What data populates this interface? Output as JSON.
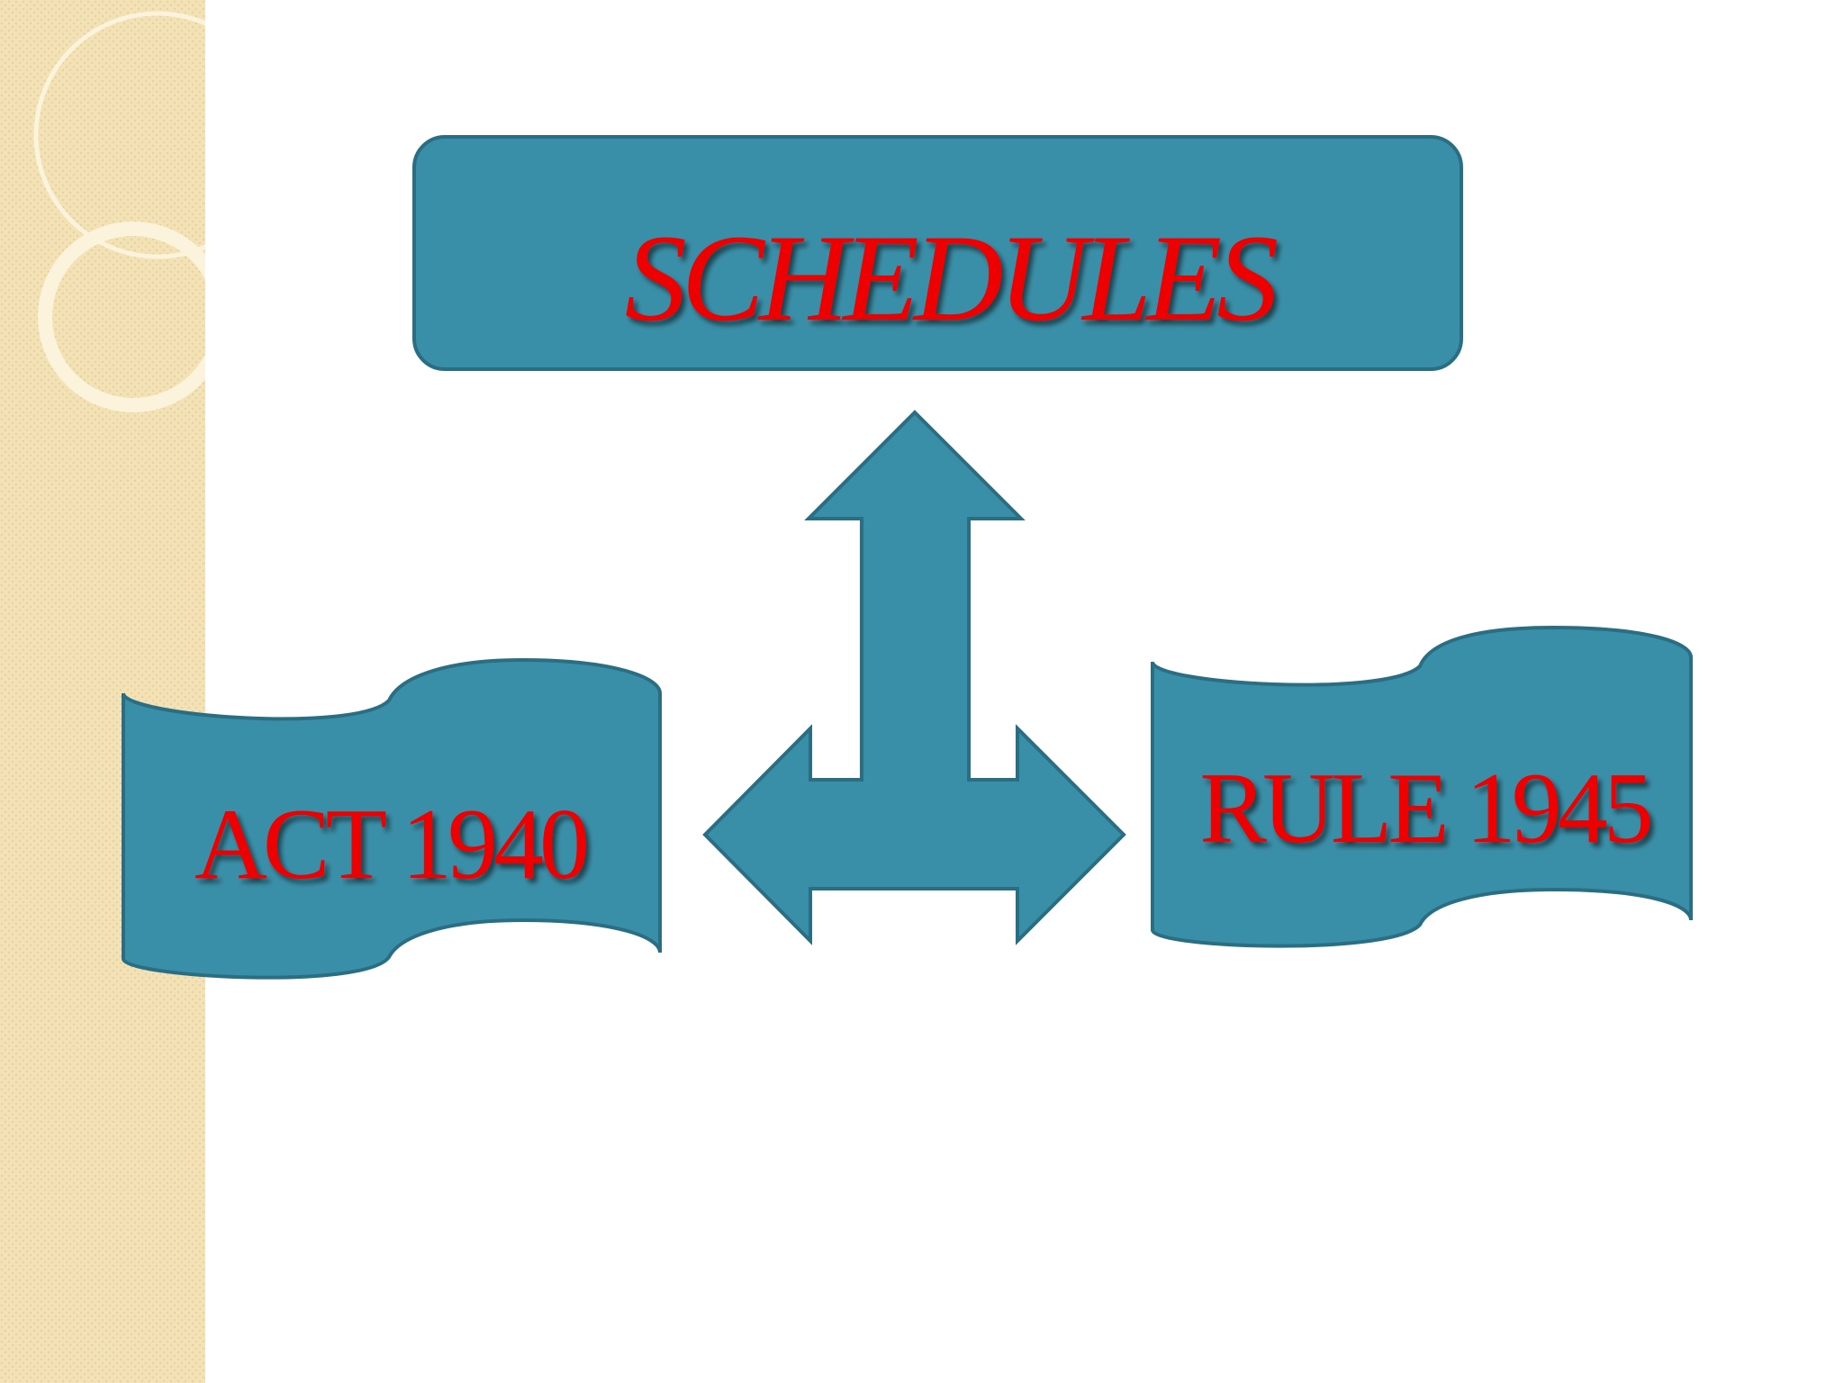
{
  "slide": {
    "background": "#ffffff",
    "side_band": {
      "color": "#f3e2b6",
      "pattern_color": "#e8d29c",
      "ring_color": "#fbf3dc"
    }
  },
  "diagram": {
    "shape_fill": "#3a8fa8",
    "shape_stroke": "#2a6e84",
    "text_color": "#ee0000",
    "nodes": {
      "schedules": {
        "label": "SCHEDULES"
      },
      "act": {
        "label": "ACT 1940"
      },
      "rule": {
        "label": "RULE 1945"
      }
    },
    "connector": {
      "icon": "three-way-arrow-icon"
    }
  }
}
